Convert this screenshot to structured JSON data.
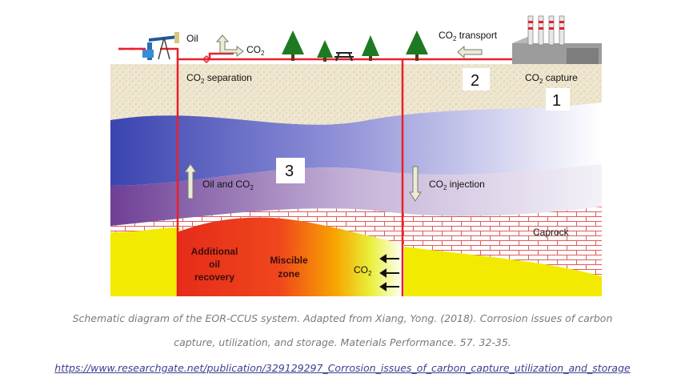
{
  "diagram": {
    "labels": {
      "oil": "Oil",
      "co2_vent": "CO",
      "co2_vent_sub": "2",
      "co2_transport": "CO",
      "co2_transport_sub": "2",
      "co2_transport_tail": " transport",
      "co2_separation": "CO",
      "co2_separation_sub": "2",
      "co2_separation_tail": " separation",
      "co2_capture": "CO",
      "co2_capture_sub": "2",
      "co2_capture_tail": " capture",
      "oil_and_co2": "Oil and CO",
      "oil_and_co2_sub": "2",
      "co2_injection": "CO",
      "co2_injection_sub": "2",
      "co2_injection_tail": " injection",
      "caprock": "Caprock",
      "additional_line1": "Additional",
      "additional_line2": "oil",
      "additional_line3": "recovery",
      "miscible_line1": "Miscible",
      "miscible_line2": "zone",
      "co2_front": "CO",
      "co2_front_sub": "2"
    },
    "step_numbers": {
      "one": "1",
      "two": "2",
      "three": "3"
    },
    "colors": {
      "pipe_red": "#e8202a",
      "sand": "#efe6cf",
      "brick_line": "#e05a5a",
      "upper_layer_blue": "#3a44b0",
      "lower_layer_purple": "#6e3f96",
      "yellow": "#f2ea00",
      "arrow_fill": "#e9ecd6",
      "tree_green": "#1e7a22"
    }
  },
  "caption": {
    "line1": "Schematic diagram of the EOR-CCUS system. Adapted from Xiang, Yong. (2018). Corrosion issues of carbon",
    "line2": "capture, utilization, and storage. Materials Performance. 57. 32-35.",
    "link": "https://www.researchgate.net/publication/329129297_Corrosion_issues_of_carbon_capture_utilization_and_storage"
  }
}
